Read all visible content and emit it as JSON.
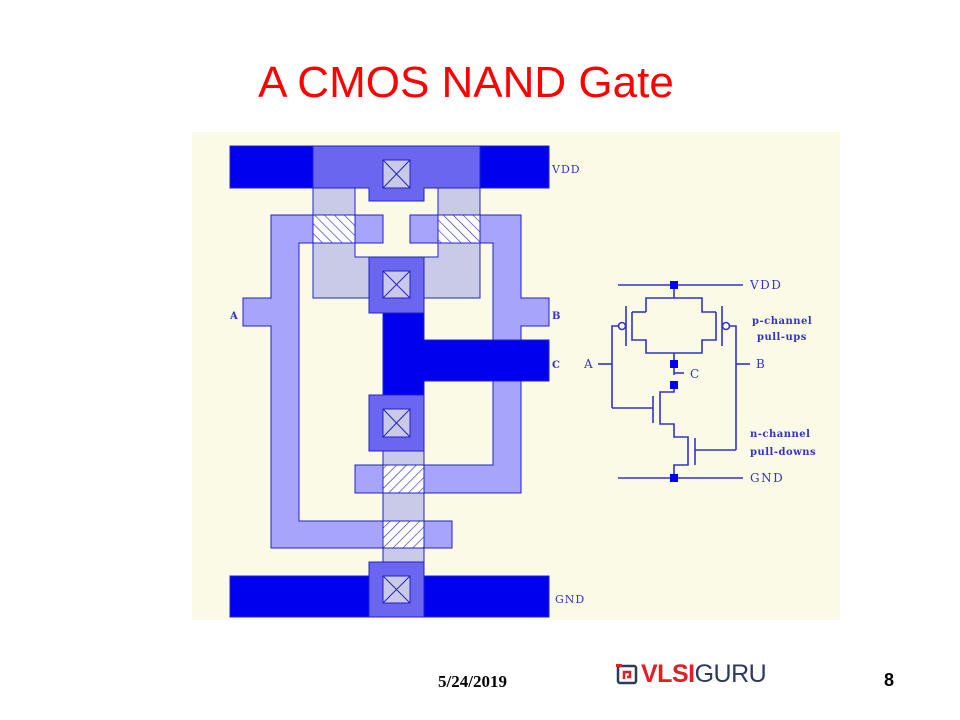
{
  "slide": {
    "title": "A CMOS NAND Gate",
    "date": "5/24/2019",
    "page_number": "8",
    "logo": {
      "part1": "VLSI",
      "part2": "GURU",
      "brand_red": "#e31e24",
      "brand_navy": "#2d3a5c"
    }
  },
  "layout_diagram": {
    "labels": {
      "vdd": "VDD",
      "gnd": "GND",
      "input_a": "A",
      "input_b": "B",
      "output_c": "C"
    },
    "colors": {
      "background": "#fbfae6",
      "metal": "#0000ee",
      "diffusion_contact": "#6b66ee",
      "diffusion": "#c9cae8",
      "poly": "#a6a4fb",
      "outline": "#2222cc"
    }
  },
  "schematic": {
    "labels": {
      "vdd": "VDD",
      "gnd": "GND",
      "input_a": "A",
      "input_b": "B",
      "output_c": "C",
      "pmos_note_1": "p-channel",
      "pmos_note_2": "pull-ups",
      "nmos_note_1": "n-channel",
      "nmos_note_2": "pull-downs"
    },
    "color": "#3333cc"
  }
}
